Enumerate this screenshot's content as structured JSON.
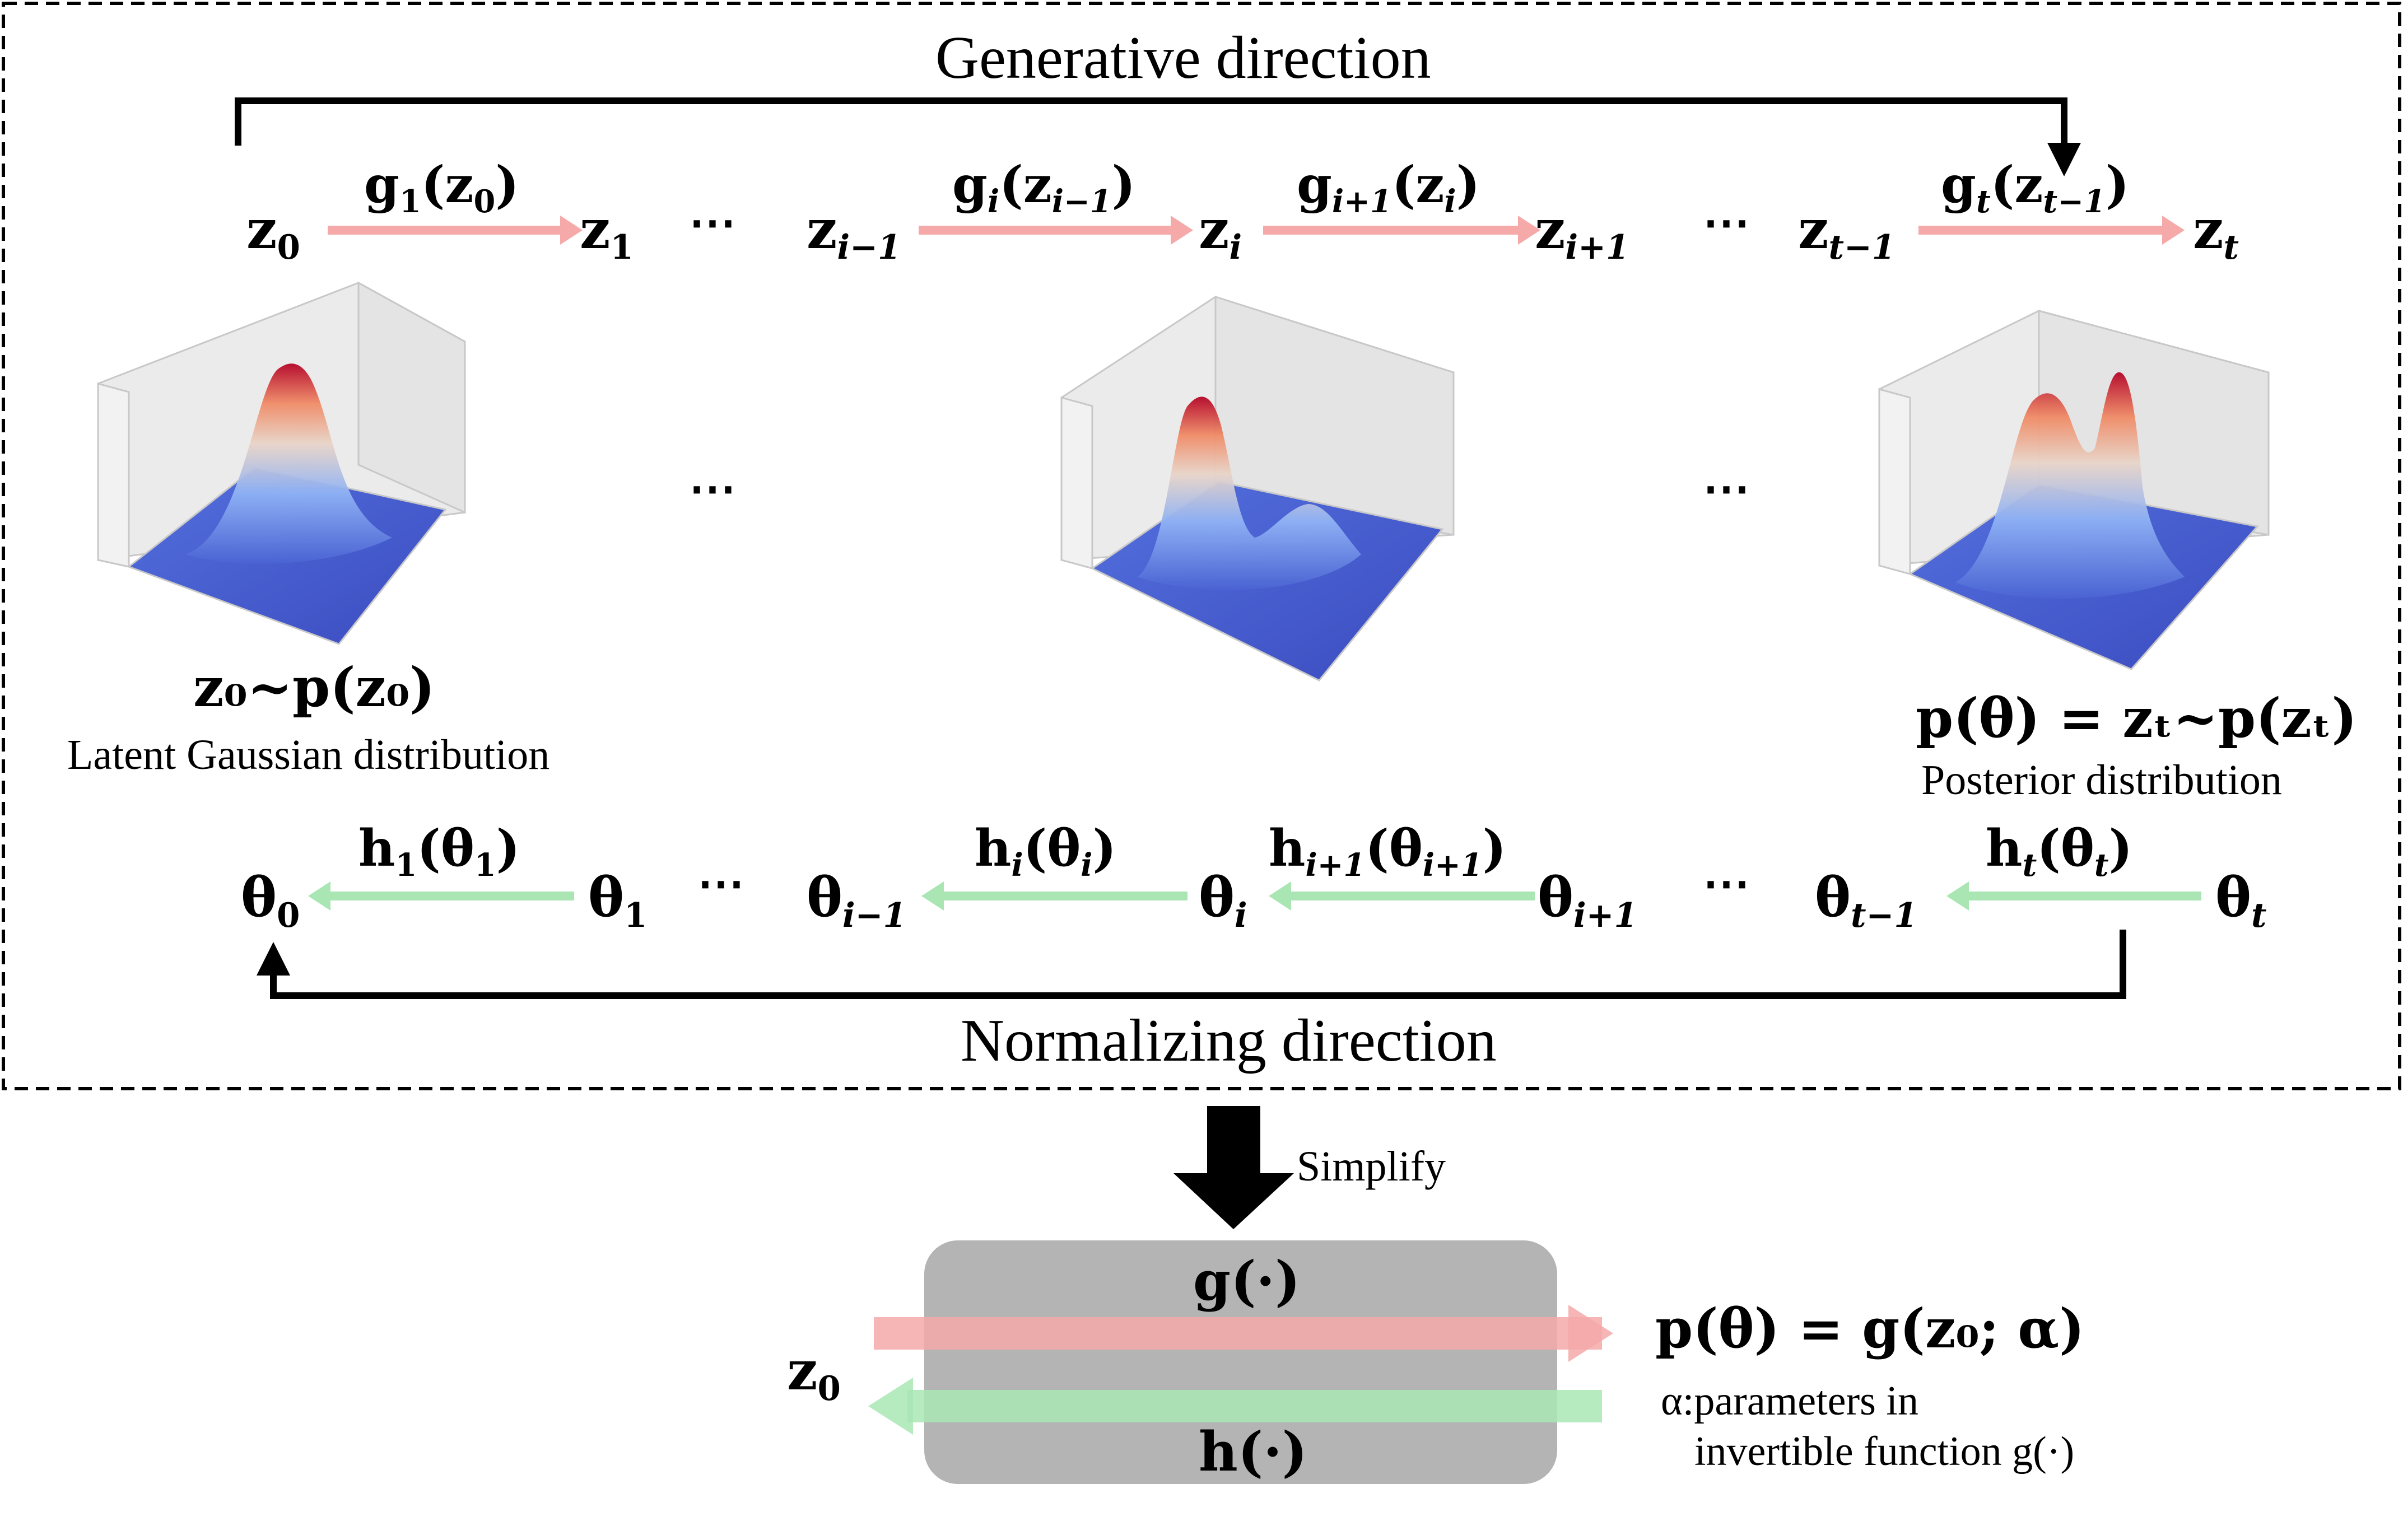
{
  "figure": {
    "generative": {
      "title": "Generative direction",
      "nodes": [
        "z",
        "z",
        "z",
        "z",
        "z",
        "z",
        "z"
      ],
      "node_subscripts": [
        "0",
        "1",
        "i−1",
        "i",
        "i+1",
        "t−1",
        "t"
      ],
      "functions": [
        {
          "name": "g",
          "sub": "1",
          "arg": "z",
          "arg_sub": "0"
        },
        {
          "name": "g",
          "sub": "i",
          "arg": "z",
          "arg_sub": "i−1"
        },
        {
          "name": "g",
          "sub": "i+1",
          "arg": "z",
          "arg_sub": "i"
        },
        {
          "name": "g",
          "sub": "t",
          "arg": "z",
          "arg_sub": "t−1"
        }
      ],
      "arrow_color": "#f5a9a9"
    },
    "normalizing": {
      "title": "Normalizing direction",
      "nodes": [
        "θ",
        "θ",
        "θ",
        "θ",
        "θ",
        "θ",
        "θ"
      ],
      "node_subscripts": [
        "0",
        "1",
        "i−1",
        "i",
        "i+1",
        "t−1",
        "t"
      ],
      "functions": [
        {
          "name": "h",
          "sub": "1",
          "arg": "θ",
          "arg_sub": "1"
        },
        {
          "name": "h",
          "sub": "i",
          "arg": "θ",
          "arg_sub": "i"
        },
        {
          "name": "h",
          "sub": "i+1",
          "arg": "θ",
          "arg_sub": "i+1"
        },
        {
          "name": "h",
          "sub": "t",
          "arg": "θ",
          "arg_sub": "t"
        }
      ],
      "arrow_color": "#a9e6b4"
    },
    "ellipsis": "⋯",
    "left_caption": {
      "math": "z₀~p(z₀)",
      "text": "Latent Gaussian distribution"
    },
    "right_caption": {
      "math": "p(θ) = zₜ~p(zₜ)",
      "text": "Posterior distribution"
    },
    "simplify_label": "Simplify",
    "simplified": {
      "top_label": "g(·)",
      "bottom_label": "h(·)",
      "left_var": "z",
      "left_var_sub": "0",
      "equation": "p(θ) = g(z₀; α)",
      "alpha_note_line1": "α:parameters in",
      "alpha_note_line2": "invertible function g(·)"
    },
    "colors": {
      "forward_arrow": "#f5a9a9",
      "backward_arrow": "#a9e6b4",
      "box_fill": "#b4b4b4",
      "surface_low": "#3b4cc0",
      "surface_high": "#b40426"
    }
  }
}
